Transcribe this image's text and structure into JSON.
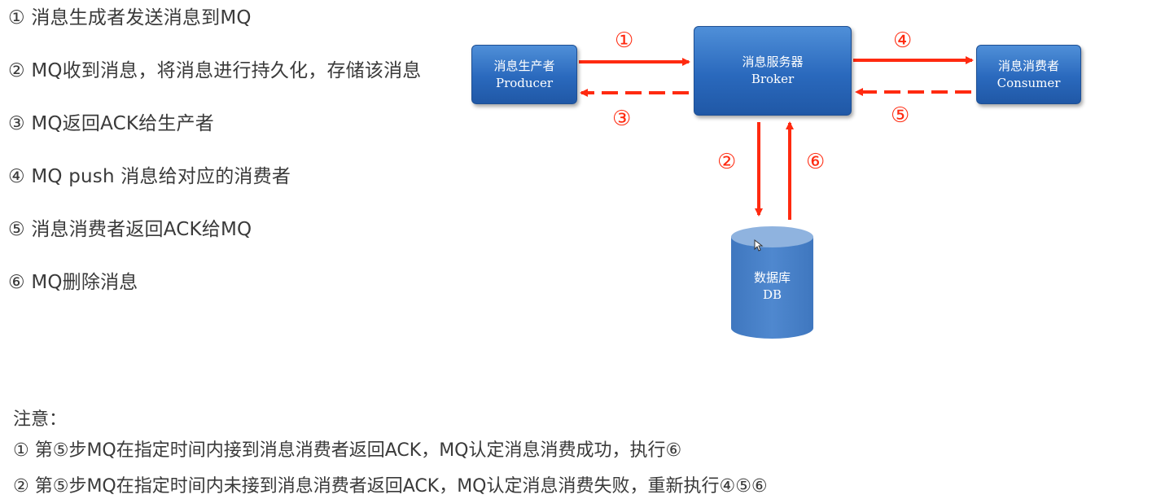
{
  "steps": [
    "① 消息生成者发送消息到MQ",
    "② MQ收到消息，将消息进行持久化，存储该消息",
    "③ MQ返回ACK给生产者",
    "④ MQ push 消息给对应的消费者",
    "⑤ 消息消费者返回ACK给MQ",
    "⑥ MQ删除消息"
  ],
  "diagram": {
    "producer": {
      "cn": "消息生产者",
      "en": "Producer"
    },
    "broker": {
      "cn": "消息服务器",
      "en": "Broker"
    },
    "consumer": {
      "cn": "消息消费者",
      "en": "Consumer"
    },
    "db": {
      "cn": "数据库",
      "en": "DB"
    },
    "labels": {
      "a1": "①",
      "a2": "②",
      "a3": "③",
      "a4": "④",
      "a5": "⑤",
      "a6": "⑥"
    },
    "colors": {
      "arrow": "#ff2a10",
      "box": "#2a69bd",
      "db": "#4a82c8"
    }
  },
  "notes": {
    "title": "注意：",
    "items": [
      "① 第⑤步MQ在指定时间内接到消息消费者返回ACK，MQ认定消息消费成功，执行⑥",
      "② 第⑤步MQ在指定时间内未接到消息消费者返回ACK，MQ认定消息消费失败，重新执行④⑤⑥"
    ]
  }
}
